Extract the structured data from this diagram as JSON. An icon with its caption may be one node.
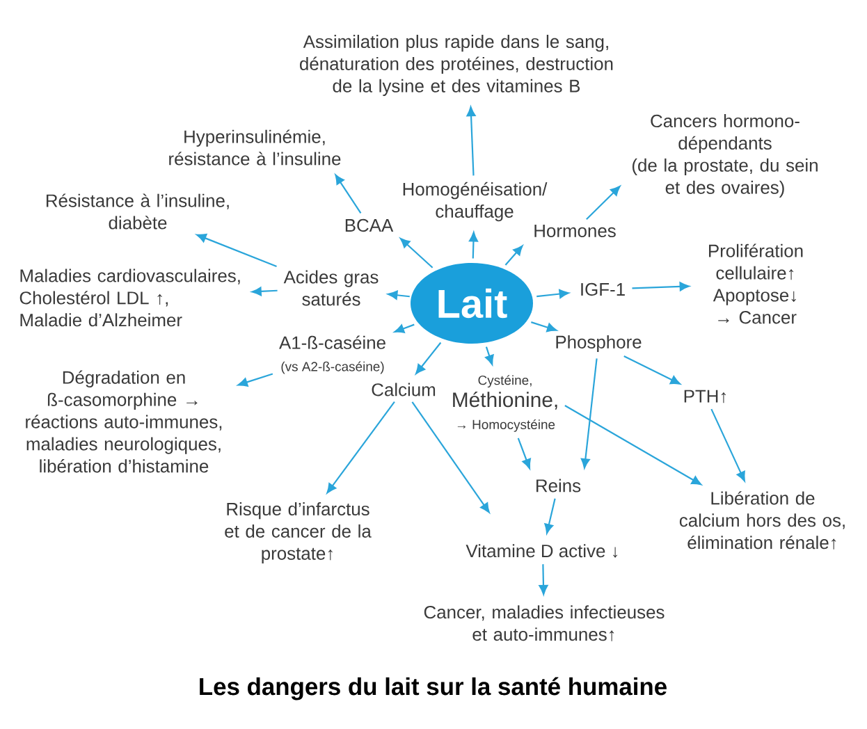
{
  "diagram": {
    "caption": "Les dangers du lait sur la santé humaine",
    "nodes": [
      {
        "text": [
          "Lait"
        ]
      },
      {
        "text": [
          "Assimilation plus rapide dans le sang, dénaturation des protéines, destruction de la lysine et des vitamines B"
        ]
      },
      {
        "text": [
          "Homogénéisation/ chauffage"
        ]
      },
      {
        "text": [
          "Hyperinsulinémie, résistance à l’insuline"
        ]
      },
      {
        "text": [
          "BCAA"
        ]
      },
      {
        "text": [
          "Résistance à l’insuline, diabète"
        ]
      },
      {
        "text": [
          "Acides gras saturés"
        ]
      },
      {
        "text": [
          "Maladies cardiovasculaires, Cholestérol LDL ↑, Maladie d’Alzheimer"
        ]
      },
      {
        "text": [
          "Cancers hormono-dépendants (de la prostate, du sein et des ovaires)"
        ]
      },
      {
        "text": [
          "Hormones"
        ]
      },
      {
        "text": [
          "IGF-1"
        ]
      },
      {
        "text": [
          "Prolifération cellulaire↑ Apoptose↓ → Cancer"
        ]
      },
      {
        "text": [
          "A1-ß-caséine",
          "(vs A2-ß-caséine)"
        ]
      },
      {
        "text": [
          "Calcium"
        ]
      },
      {
        "text": [
          "Cystéine,",
          "Méthionine,",
          "→ Homocystéine"
        ]
      },
      {
        "text": [
          "Phosphore"
        ]
      },
      {
        "text": [
          "PTH↑"
        ]
      },
      {
        "text": [
          "Dégradation en ß-casomorphine → réactions auto-immunes, maladies neurologiques, libération d’histamine"
        ]
      },
      {
        "text": [
          "Risque d’infarctus et de cancer de la prostate↑"
        ]
      },
      {
        "text": [
          "Reins"
        ]
      },
      {
        "text": [
          "Libération de calcium hors des os, élimination rénale↑"
        ]
      },
      {
        "text": [
          "Vitamine D active ↓"
        ]
      },
      {
        "text": [
          "Cancer, maladies infectieuses et auto-immunes↑"
        ]
      }
    ],
    "edges": [
      {
        "from": 0,
        "to": 2,
        "arrow": "to"
      },
      {
        "from": 2,
        "to": 1,
        "arrow": "to"
      },
      {
        "from": 0,
        "to": 4,
        "arrow": "to"
      },
      {
        "from": 4,
        "to": 3,
        "arrow": "to"
      },
      {
        "from": 0,
        "to": 6,
        "arrow": "to"
      },
      {
        "from": 6,
        "to": 5,
        "arrow": "to"
      },
      {
        "from": 6,
        "to": 7,
        "arrow": "to"
      },
      {
        "from": 0,
        "to": 9,
        "arrow": "to"
      },
      {
        "from": 9,
        "to": 8,
        "arrow": "to"
      },
      {
        "from": 0,
        "to": 10,
        "arrow": "to"
      },
      {
        "from": 10,
        "to": 11,
        "arrow": "to"
      },
      {
        "from": 0,
        "to": 12,
        "arrow": "to"
      },
      {
        "from": 12,
        "to": 17,
        "arrow": "to"
      },
      {
        "from": 0,
        "to": 13,
        "arrow": "to"
      },
      {
        "from": 13,
        "to": 18,
        "arrow": "to"
      },
      {
        "from": 13,
        "to": 21,
        "arrow": "to"
      },
      {
        "from": 0,
        "to": 14,
        "arrow": "to"
      },
      {
        "from": 14,
        "to": 19,
        "arrow": "to"
      },
      {
        "from": 14,
        "to": 20,
        "arrow": "to"
      },
      {
        "from": 0,
        "to": 15,
        "arrow": "to"
      },
      {
        "from": 15,
        "to": 19,
        "arrow": "to"
      },
      {
        "from": 15,
        "to": 16,
        "arrow": "to"
      },
      {
        "from": 16,
        "to": 20,
        "arrow": "to"
      },
      {
        "from": 19,
        "to": 21,
        "arrow": "to"
      },
      {
        "from": 21,
        "to": 22,
        "arrow": "to"
      }
    ]
  }
}
